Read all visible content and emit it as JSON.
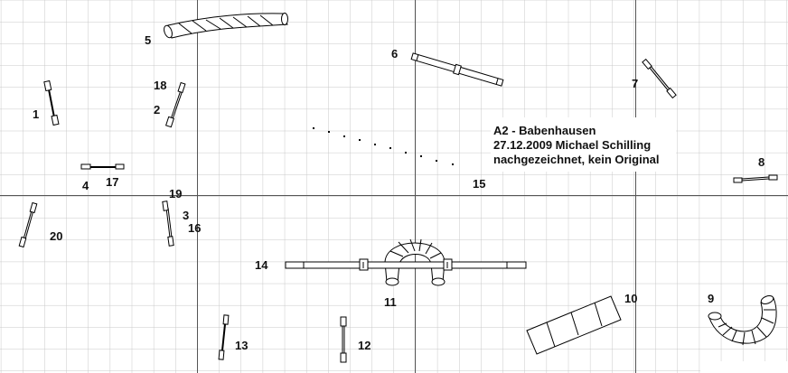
{
  "course": {
    "note": [
      "A2 - Babenhausen",
      "27.12.2009 Michael Schilling",
      "nachgezeichnet, kein Original"
    ],
    "labels": {
      "n1": "1",
      "n2": "2",
      "n3": "3",
      "n4": "4",
      "n5": "5",
      "n6": "6",
      "n7": "7",
      "n8": "8",
      "n9": "9",
      "n10": "10",
      "n11": "11",
      "n12": "12",
      "n13": "13",
      "n14": "14",
      "n15": "15",
      "n16": "16",
      "n17": "17",
      "n18": "18",
      "n19": "19",
      "n20": "20"
    }
  },
  "colors": {
    "grid": "#c8c8c8",
    "axis": "#555555",
    "ink": "#000000"
  }
}
